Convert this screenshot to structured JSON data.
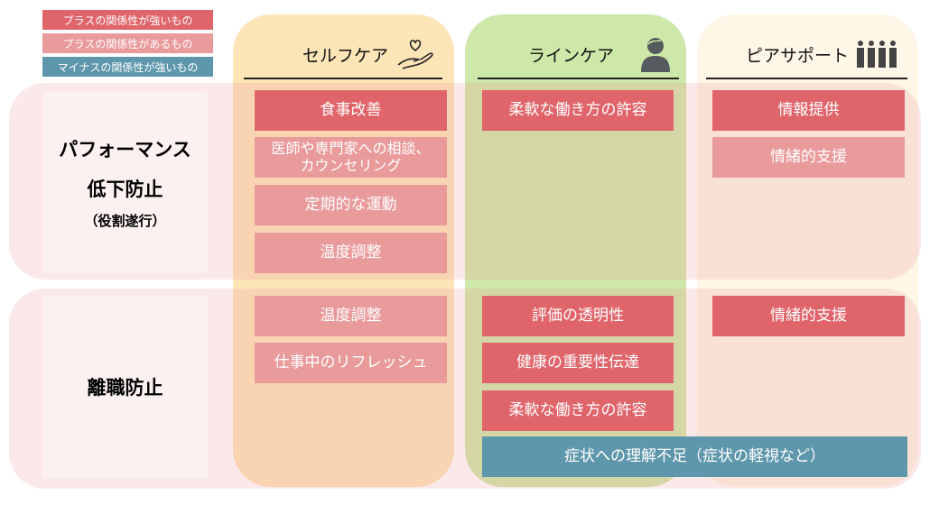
{
  "legend": [
    {
      "label": "プラスの関係性が強いもの",
      "color": "#e0656b"
    },
    {
      "label": "プラスの関係性があるもの",
      "color": "#e99a9b"
    },
    {
      "label": "マイナスの関係性が強いもの",
      "color": "#5e97ab"
    }
  ],
  "columns": {
    "selfcare": {
      "title": "セルフケア",
      "icon": "heart-hand-icon",
      "color": "#fde5b8"
    },
    "linecare": {
      "title": "ラインケア",
      "icon": "person-icon",
      "color": "#cde8a8"
    },
    "peer": {
      "title": "ピアサポート",
      "icon": "group-icon",
      "color": "#fef6e6"
    }
  },
  "rows": {
    "performance": {
      "line1": "パフォーマンス",
      "line2": "低下防止",
      "line3": "（役割遂行）"
    },
    "turnover": {
      "label": "離職防止"
    }
  },
  "cards": {
    "r1_self": [
      "食事改善",
      "医師や専門家への相談、\nカウンセリング",
      "定期的な運動",
      "温度調整"
    ],
    "r1_line": [
      "柔軟な働き方の許容"
    ],
    "r1_peer": [
      "情報提供",
      "情緒的支援"
    ],
    "r2_self": [
      "温度調整",
      "仕事中のリフレッシュ"
    ],
    "r2_line": [
      "評価の透明性",
      "健康の重要性伝達",
      "柔軟な働き方の許容"
    ],
    "r2_peer": [
      "情緒的支援"
    ],
    "negative": "症状への理解不足（症状の軽視など）"
  }
}
